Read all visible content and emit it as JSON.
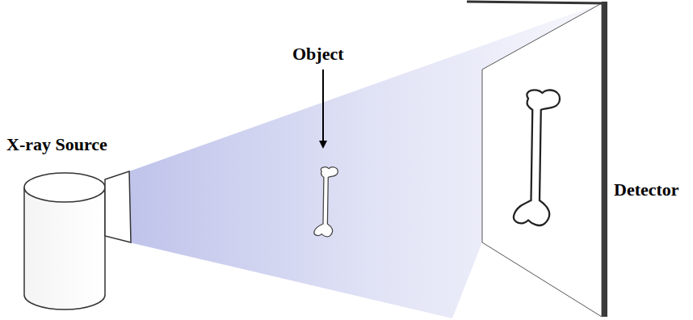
{
  "diagram": {
    "labels": [
      "X-ray Source",
      "Object",
      "Detector"
    ]
  }
}
